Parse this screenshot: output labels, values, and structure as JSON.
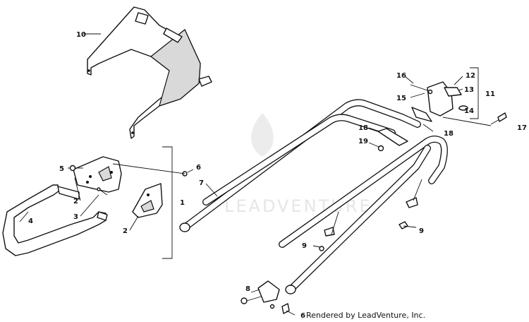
{
  "watermark": {
    "text": "LEADVENTURE"
  },
  "credit": "Rendered by LeadVenture, Inc.",
  "callouts": [
    {
      "id": "c10",
      "label": "10"
    },
    {
      "id": "c16",
      "label": "16"
    },
    {
      "id": "c12",
      "label": "12"
    },
    {
      "id": "c13",
      "label": "13"
    },
    {
      "id": "c11",
      "label": "11"
    },
    {
      "id": "c15",
      "label": "15"
    },
    {
      "id": "c14",
      "label": "14"
    },
    {
      "id": "c17",
      "label": "17"
    },
    {
      "id": "c18a",
      "label": "18"
    },
    {
      "id": "c18b",
      "label": "18"
    },
    {
      "id": "c19",
      "label": "19"
    },
    {
      "id": "c5",
      "label": "5"
    },
    {
      "id": "c6a",
      "label": "6"
    },
    {
      "id": "c7",
      "label": "7"
    },
    {
      "id": "c1",
      "label": "1"
    },
    {
      "id": "c2a",
      "label": "2"
    },
    {
      "id": "c3",
      "label": "3"
    },
    {
      "id": "c4",
      "label": "4"
    },
    {
      "id": "c2b",
      "label": "2"
    },
    {
      "id": "c9a",
      "label": "9"
    },
    {
      "id": "c9b",
      "label": "9"
    },
    {
      "id": "c8",
      "label": "8"
    },
    {
      "id": "c6b",
      "label": "6"
    }
  ]
}
